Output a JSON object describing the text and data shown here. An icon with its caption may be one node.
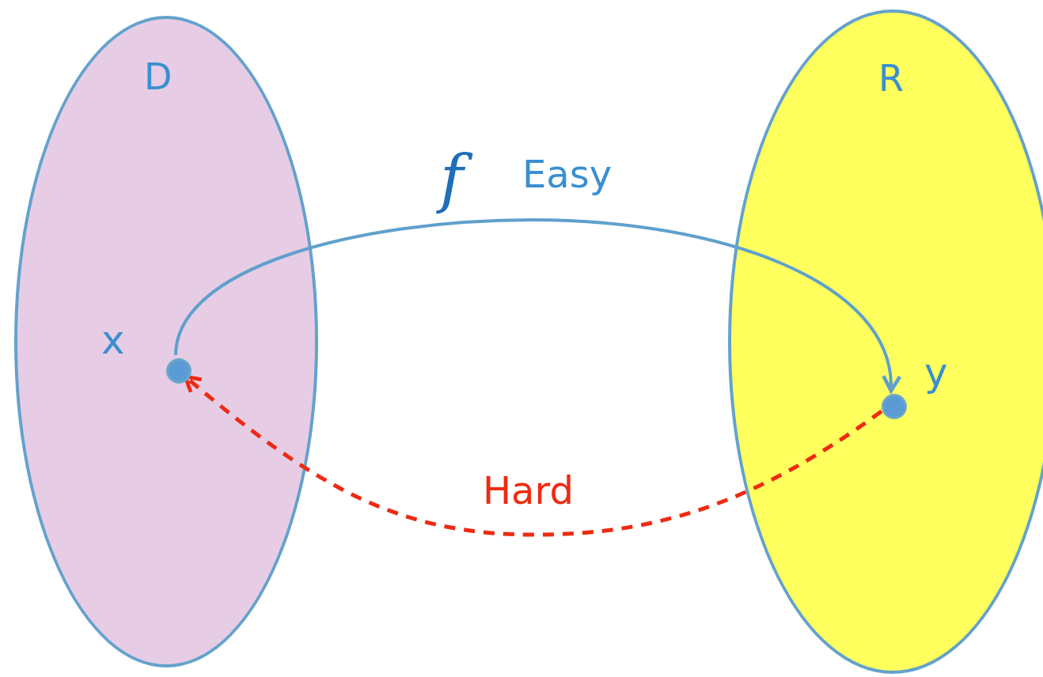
{
  "diagram": {
    "nodes": [
      {
        "text": [
          "D"
        ]
      },
      {
        "text": [
          "R"
        ]
      },
      {
        "text": [],
        "shape": "circle",
        "in": 0,
        "beside": [
          "x"
        ]
      },
      {
        "text": [],
        "shape": "circle",
        "in": 1,
        "beside": [
          "y"
        ]
      }
    ],
    "edges": [
      {
        "from": 2,
        "to": 3,
        "arrow": "to",
        "label": "f"
      },
      {
        "from": 3,
        "to": 2,
        "arrow": "to",
        "label": "Hard",
        "style": "dashed",
        "color": "#ee2a12"
      }
    ],
    "labels": [
      "Easy"
    ]
  }
}
